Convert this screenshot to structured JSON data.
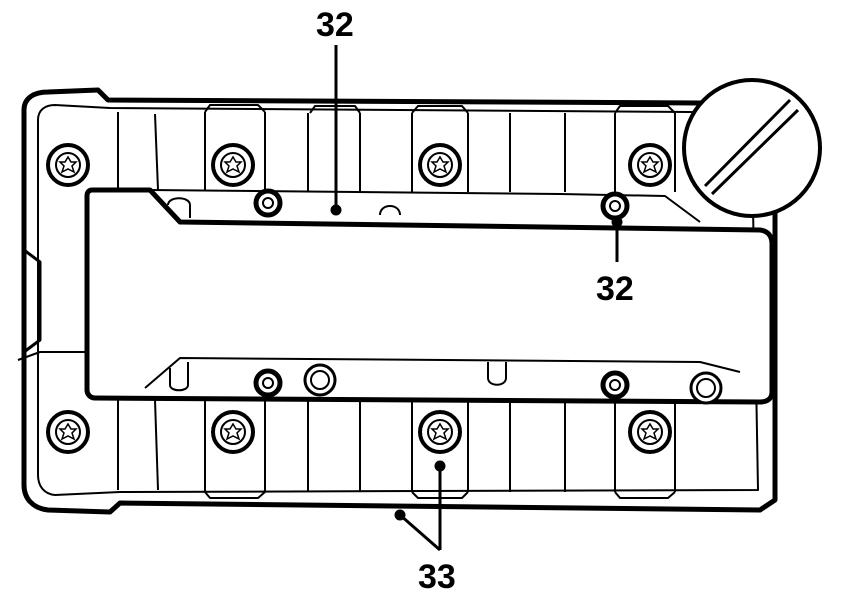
{
  "callouts": [
    {
      "id": "gasket-top",
      "label": "32"
    },
    {
      "id": "gasket-right",
      "label": "32"
    },
    {
      "id": "seal-bottom",
      "label": "33"
    }
  ],
  "colors": {
    "line": "#000000",
    "background": "#ffffff",
    "shade": "#efefef"
  },
  "icons": [
    "torx-bolt-icon",
    "oil-filler-cap-icon",
    "hole-plug-icon"
  ]
}
